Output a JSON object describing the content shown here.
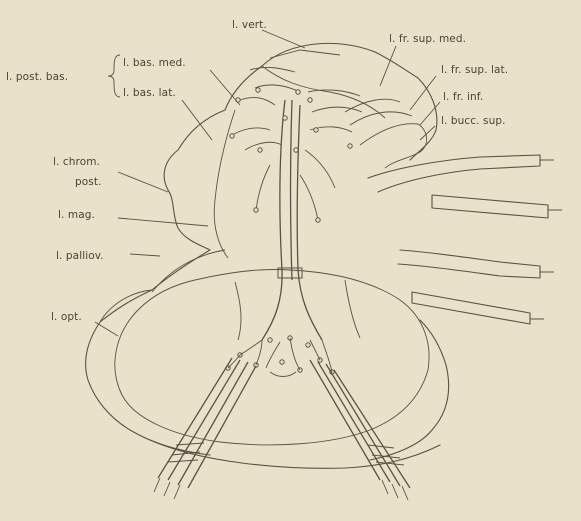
{
  "labels": {
    "vert": "l. vert.",
    "fr_sup_med": "l. fr. sup. med.",
    "fr_sup_lat": "l. fr. sup. lat.",
    "fr_inf": "l. fr. inf.",
    "bucc_sup": "l. bucc. sup.",
    "post_bas": "l. post. bas.",
    "bas_med": "l. bas. med.",
    "bas_lat": "l. bas. lat.",
    "chrom_post_1": "l. chrom.",
    "chrom_post_2": "post.",
    "mag": "l. mag.",
    "palliov": "l. palliov.",
    "opt": "l. opt."
  },
  "colors": {
    "paper": "#e9e1c9",
    "ink": "#5a5246",
    "text": "#4a4337"
  }
}
